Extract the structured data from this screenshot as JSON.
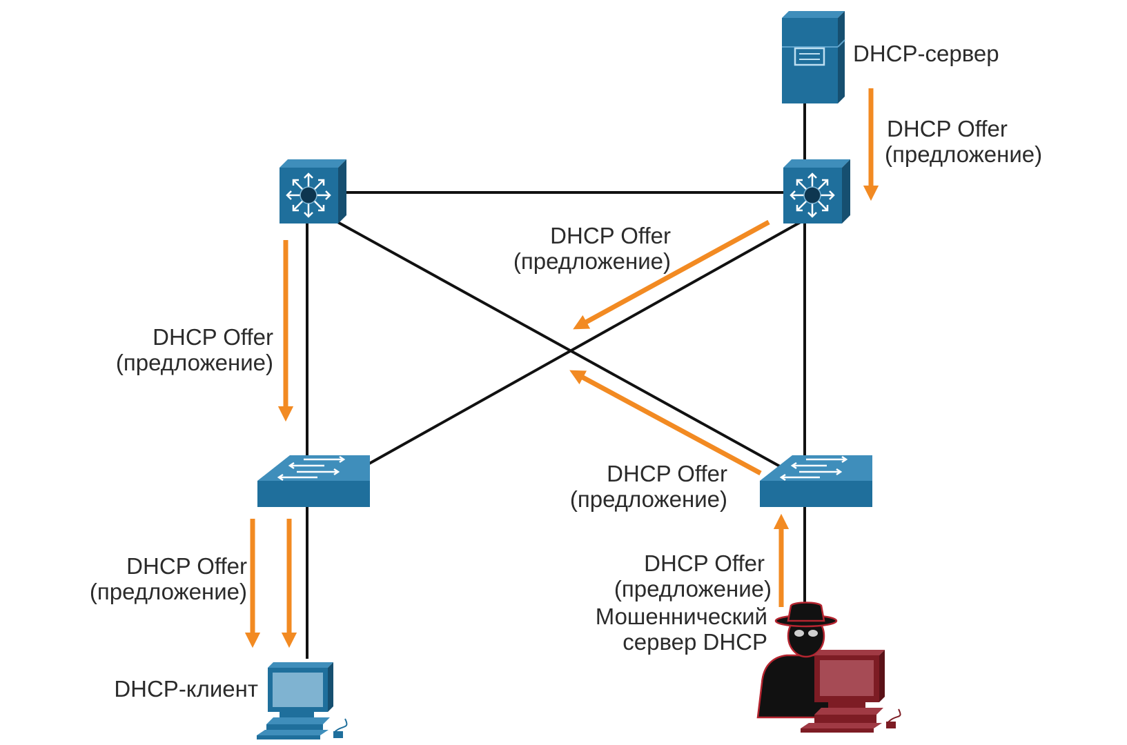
{
  "nodes": {
    "dhcp_server": "DHCP-сервер",
    "dhcp_client": "DHCP-клиент",
    "rogue_line1": "Мошеннический",
    "rogue_line2": "сервер DHCP"
  },
  "offer": {
    "line1": "DHCP Offer",
    "line2": "(предложение)"
  },
  "colors": {
    "device_blue": "#1f6f9c",
    "device_blue_dark": "#164f70",
    "link": "#111111",
    "arrow": "#f28a22",
    "rogue_red": "#7d1c24",
    "rogue_screen": "#a64b55"
  }
}
